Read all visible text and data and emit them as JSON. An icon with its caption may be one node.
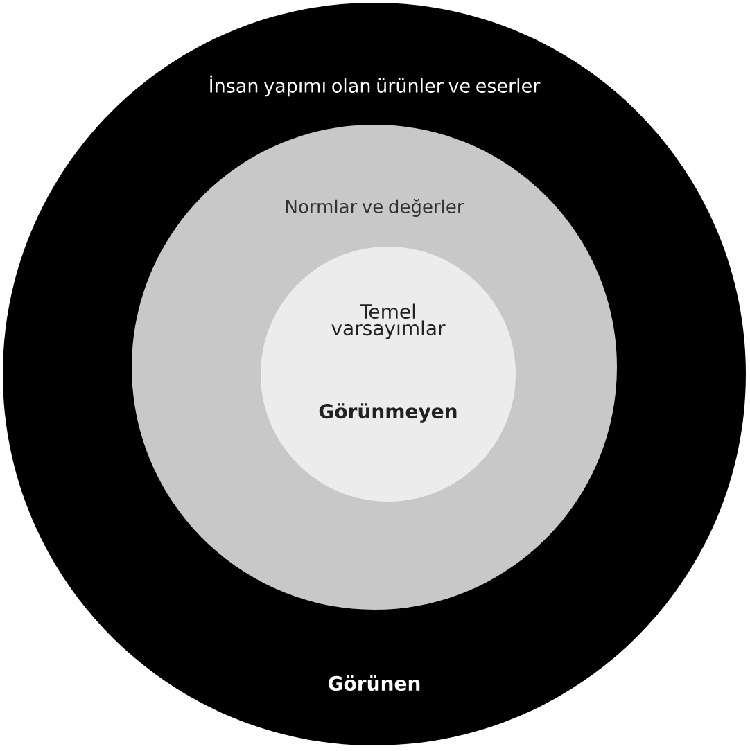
{
  "diagram": {
    "nodes": [
      {
        "text": [
          "İnsan yapımı olan ürünler ve eserler",
          "Görünen"
        ]
      },
      {
        "text": [
          "Normlar ve değerler"
        ],
        "in": 0
      },
      {
        "text": [
          "Temel varsayımlar",
          "Görünmeyen"
        ],
        "in": 1
      }
    ]
  }
}
